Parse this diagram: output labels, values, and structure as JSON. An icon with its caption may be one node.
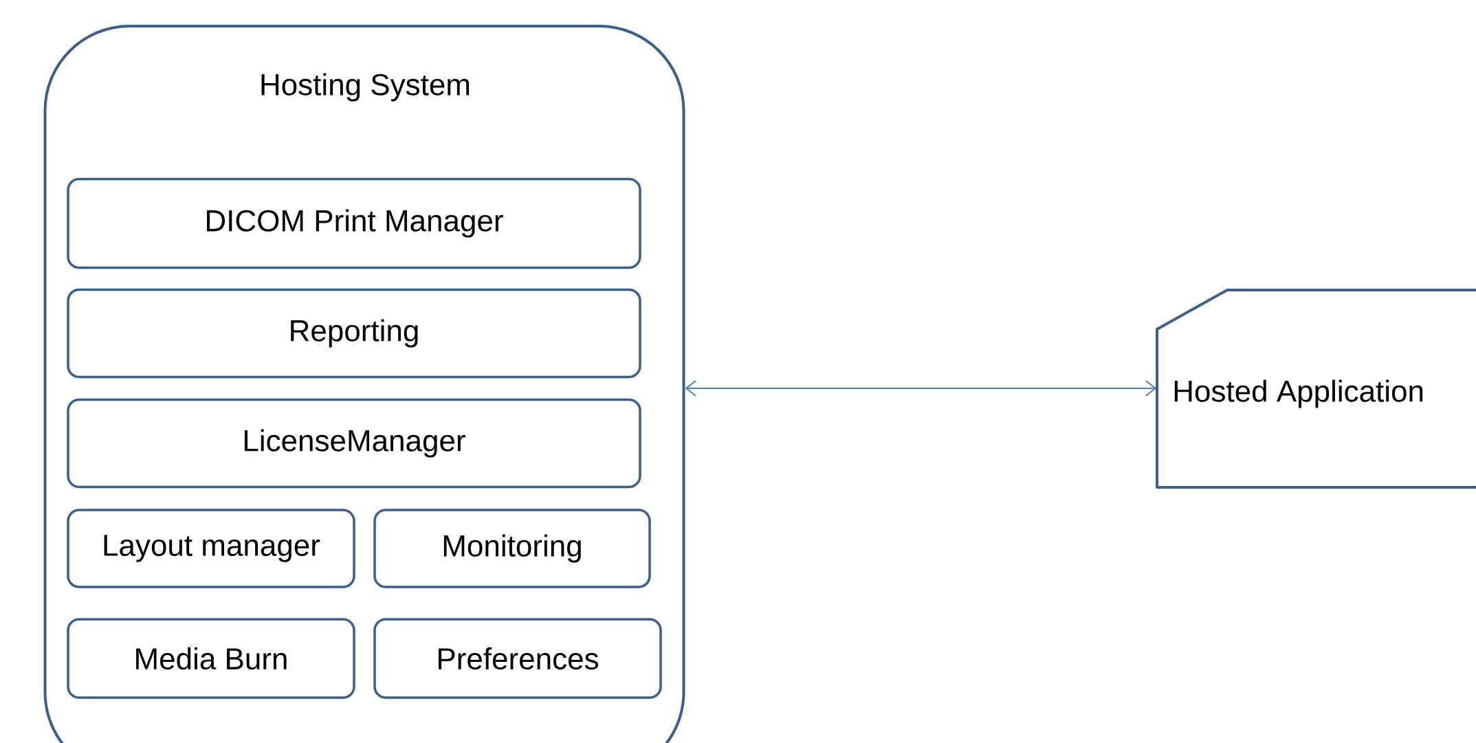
{
  "diagram": {
    "nodes": [
      {
        "text": [
          "Hosting System"
        ]
      },
      {
        "text": [
          "DICOM Print Manager"
        ],
        "in": 0
      },
      {
        "text": [
          "Reporting"
        ],
        "in": 0
      },
      {
        "text": [
          "LicenseManager"
        ],
        "in": 0
      },
      {
        "text": [
          "Layout manager"
        ],
        "in": 0
      },
      {
        "text": [
          "Monitoring"
        ],
        "in": 0
      },
      {
        "text": [
          "Media Burn"
        ],
        "in": 0
      },
      {
        "text": [
          "Preferences"
        ],
        "in": 0
      },
      {
        "text": [
          "Hosted Application"
        ]
      }
    ],
    "edges": [
      {
        "from": 0,
        "to": 8,
        "arrow": "both"
      }
    ]
  }
}
